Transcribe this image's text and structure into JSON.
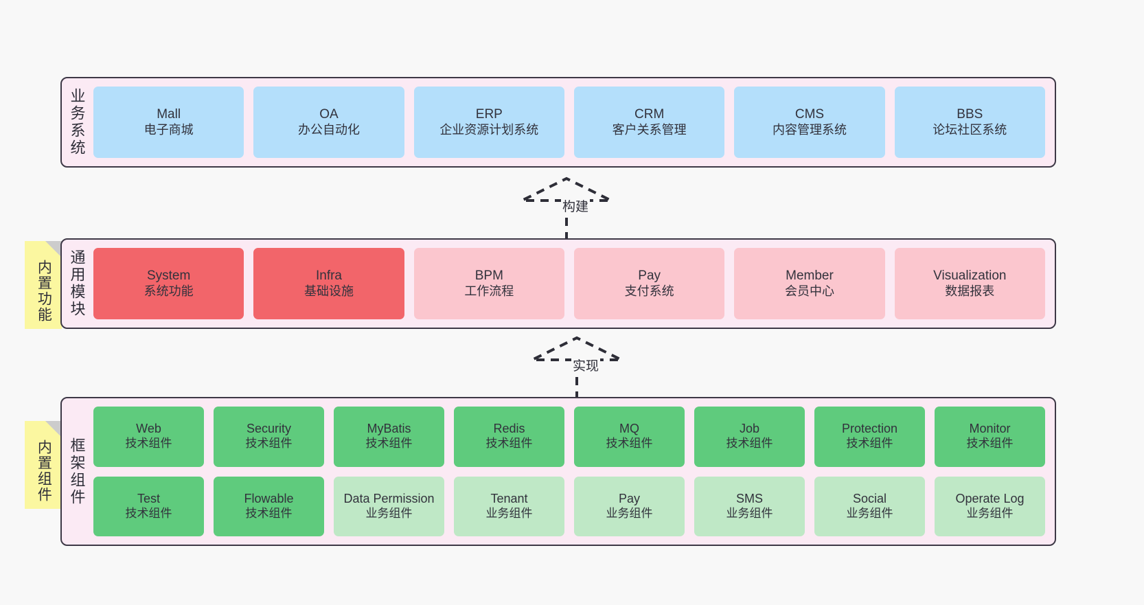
{
  "canvas": {
    "background": "#f8f8f8",
    "border_color": "#3d3846",
    "panel_color": "#fbeaf4",
    "note_color": "#fbf7a0"
  },
  "layers": [
    {
      "id": "business-systems",
      "title": "业务系统",
      "note": null,
      "rows": [
        {
          "style": "blue",
          "nodes": [
            {
              "name": "Mall",
              "sub": "电子商城"
            },
            {
              "name": "OA",
              "sub": "办公自动化"
            },
            {
              "name": "ERP",
              "sub": "企业资源计划系统"
            },
            {
              "name": "CRM",
              "sub": "客户关系管理"
            },
            {
              "name": "CMS",
              "sub": "内容管理系统"
            },
            {
              "name": "BBS",
              "sub": "论坛社区系统"
            }
          ]
        }
      ]
    },
    {
      "id": "common-modules",
      "title": "通用模块",
      "note": "内置功能",
      "rows": [
        {
          "style": "mixed",
          "nodes": [
            {
              "name": "System",
              "sub": "系统功能",
              "style": "red"
            },
            {
              "name": "Infra",
              "sub": "基础设施",
              "style": "red"
            },
            {
              "name": "BPM",
              "sub": "工作流程",
              "style": "pink"
            },
            {
              "name": "Pay",
              "sub": "支付系统",
              "style": "pink"
            },
            {
              "name": "Member",
              "sub": "会员中心",
              "style": "pink"
            },
            {
              "name": "Visualization",
              "sub": "数据报表",
              "style": "pink"
            }
          ]
        }
      ]
    },
    {
      "id": "framework-components",
      "title": "框架组件",
      "note": "内置组件",
      "rows": [
        {
          "style": "green",
          "nodes": [
            {
              "name": "Web",
              "sub": "技术组件",
              "style": "green"
            },
            {
              "name": "Security",
              "sub": "技术组件",
              "style": "green"
            },
            {
              "name": "MyBatis",
              "sub": "技术组件",
              "style": "green"
            },
            {
              "name": "Redis",
              "sub": "技术组件",
              "style": "green"
            },
            {
              "name": "MQ",
              "sub": "技术组件",
              "style": "green"
            },
            {
              "name": "Job",
              "sub": "技术组件",
              "style": "green"
            },
            {
              "name": "Protection",
              "sub": "技术组件",
              "style": "green"
            },
            {
              "name": "Monitor",
              "sub": "技术组件",
              "style": "green"
            }
          ]
        },
        {
          "style": "mixed",
          "nodes": [
            {
              "name": "Test",
              "sub": "技术组件",
              "style": "green"
            },
            {
              "name": "Flowable",
              "sub": "技术组件",
              "style": "green"
            },
            {
              "name": "Data Permission",
              "sub": "业务组件",
              "style": "lightgreen"
            },
            {
              "name": "Tenant",
              "sub": "业务组件",
              "style": "lightgreen"
            },
            {
              "name": "Pay",
              "sub": "业务组件",
              "style": "lightgreen"
            },
            {
              "name": "SMS",
              "sub": "业务组件",
              "style": "lightgreen"
            },
            {
              "name": "Social",
              "sub": "业务组件",
              "style": "lightgreen"
            },
            {
              "name": "Operate Log",
              "sub": "业务组件",
              "style": "lightgreen"
            }
          ]
        }
      ]
    }
  ],
  "connectors": [
    {
      "id": "build",
      "label": "构建",
      "from": "common-modules",
      "to": "business-systems"
    },
    {
      "id": "implement",
      "label": "实现",
      "from": "framework-components",
      "to": "common-modules"
    }
  ]
}
